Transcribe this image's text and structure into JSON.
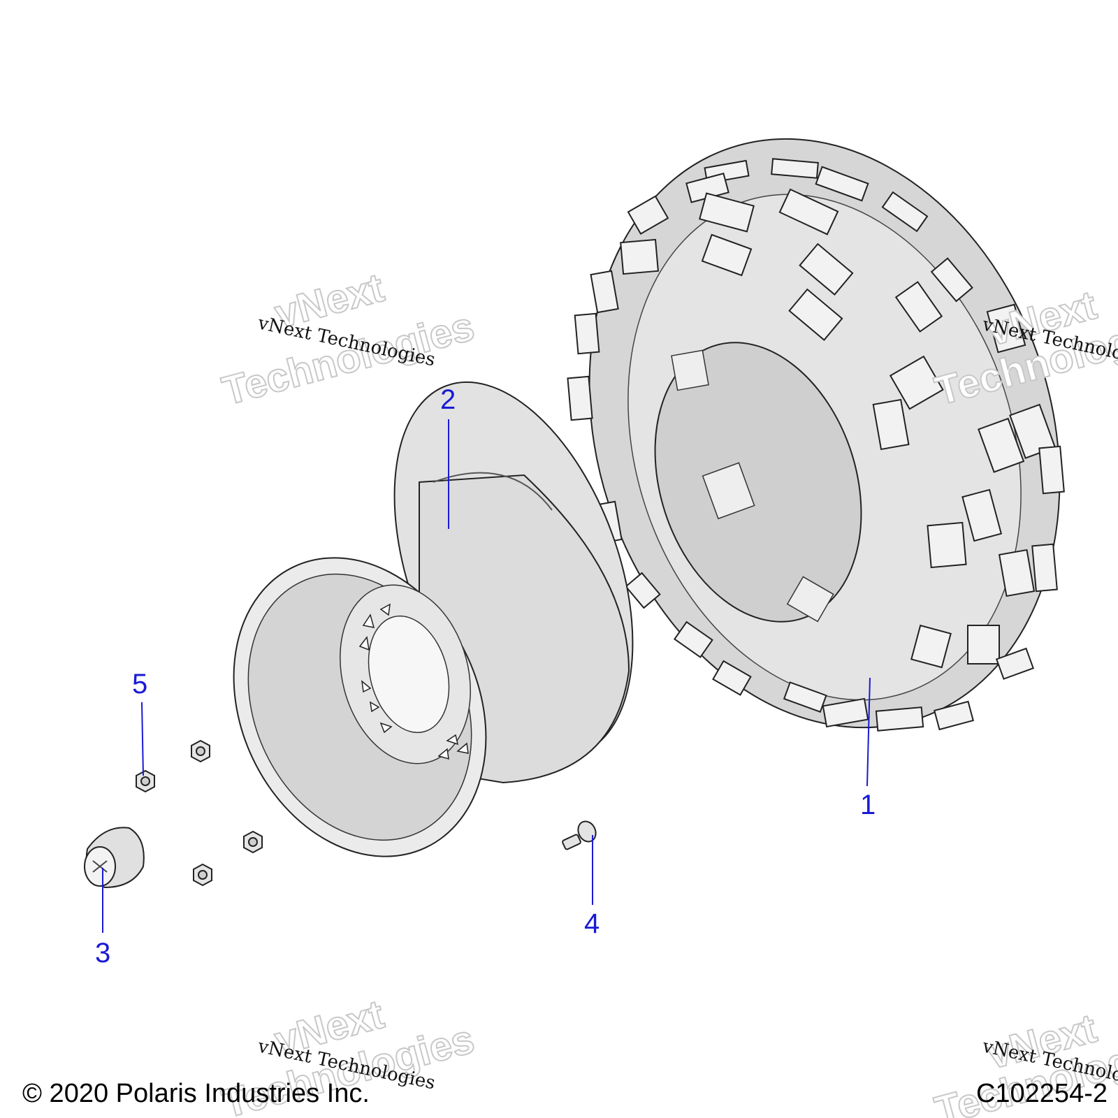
{
  "diagram": {
    "callouts": {
      "tire": "1",
      "wheel": "2",
      "center_cap": "3",
      "valve_stem": "4",
      "lug_nut": "5"
    },
    "watermark": {
      "line": "vNext Technologies",
      "big_top": "vNext",
      "big_bottom": "Technologies"
    },
    "copyright": "© 2020 Polaris Industries Inc.",
    "figure_id": "C102254-2",
    "colors": {
      "callout": "#1a1ad6",
      "part_fill": "#d9d9d9",
      "line": "#222222"
    }
  }
}
